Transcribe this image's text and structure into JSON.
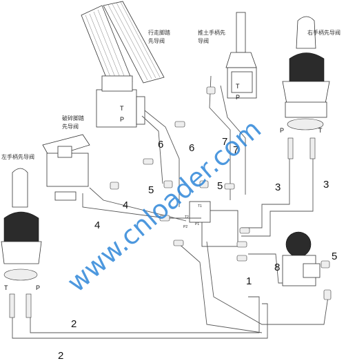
{
  "labels": {
    "travel_pedal": [
      "行走脚踏",
      "先导阀"
    ],
    "dozer_handle": [
      "推土手柄先",
      "导阀"
    ],
    "right_handle": "右手柄先导阀",
    "breaker_pedal": [
      "破碎脚踏",
      "先导阀"
    ],
    "left_handle": "左手柄先导阀"
  },
  "ports": {
    "T": "T",
    "P": "P",
    "T1": "T1",
    "T2": "T2",
    "P1": "P1",
    "P2": "P2"
  },
  "hose_numbers": [
    "1",
    "2",
    "2",
    "3",
    "3",
    "4",
    "4",
    "5",
    "5",
    "5",
    "6",
    "6",
    "7",
    "7",
    "8"
  ],
  "watermark": "www.cnloader.com"
}
